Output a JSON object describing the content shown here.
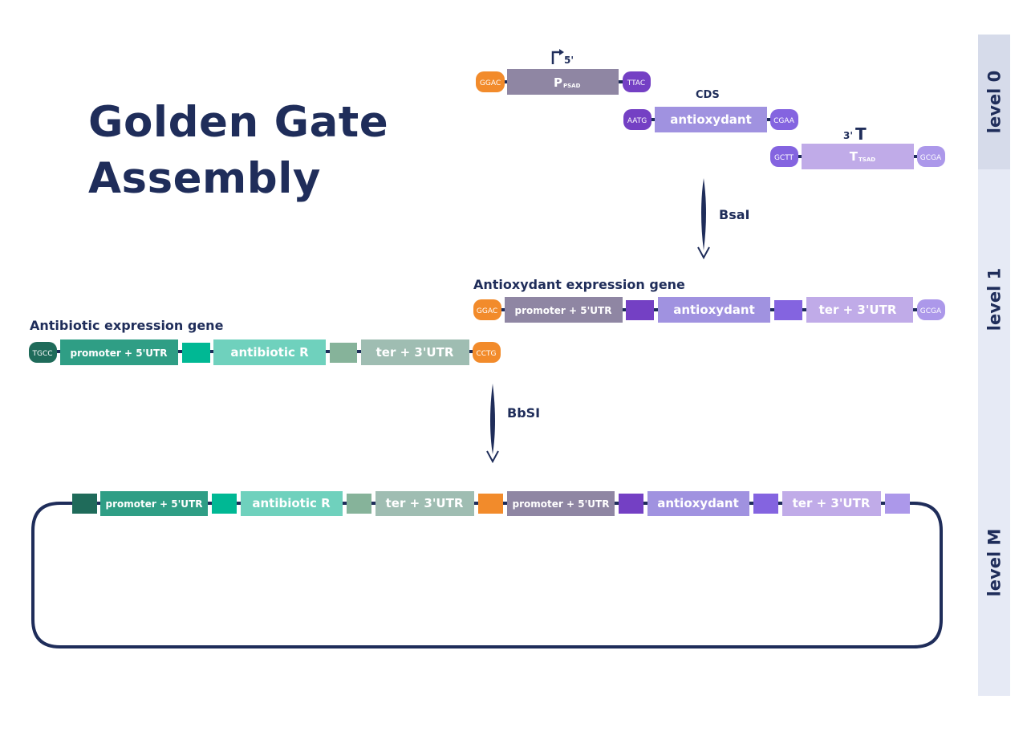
{
  "title": {
    "line1": "Golden Gate",
    "line2": "Assembly"
  },
  "levels": {
    "l0": "level 0",
    "l1": "level 1",
    "lm": "level M"
  },
  "level0": {
    "promoter": {
      "left_overhang": "GGAC",
      "label_main": "P",
      "label_sub": "PSAD",
      "right_overhang": "TTAC",
      "symbol_label": "5'"
    },
    "cds": {
      "title": "CDS",
      "left_overhang": "AATG",
      "label": "antioxydant",
      "right_overhang": "CGAA"
    },
    "terminator": {
      "left_overhang": "GCTT",
      "label_main": "T",
      "label_sub": "TSAD",
      "right_overhang": "GCGA",
      "symbol_prefix": "3'",
      "symbol": "T"
    }
  },
  "enzymes": {
    "first": "BsaI",
    "second": "BbSI"
  },
  "level1": {
    "antioxydant_gene": {
      "title": "Antioxydant expression gene",
      "left_overhang": "GGAC",
      "promoter": "promoter + 5'UTR",
      "cds": "antioxydant",
      "terminator": "ter + 3'UTR",
      "right_overhang": "GCGA"
    },
    "antibiotic_gene": {
      "title": "Antibiotic expression gene",
      "left_overhang": "TGCC",
      "promoter": "promoter + 5'UTR",
      "cds": "antibiotic R",
      "terminator": "ter + 3'UTR",
      "right_overhang": "CCTG"
    }
  },
  "levelM": {
    "antibiotic": {
      "promoter": "promoter + 5'UTR",
      "cds": "antibiotic R",
      "terminator": "ter + 3'UTR"
    },
    "antioxydant": {
      "promoter": "promoter + 5'UTR",
      "cds": "antioxydant",
      "terminator": "ter + 3'UTR"
    }
  },
  "colors": {
    "navy": "#1f2d5a",
    "orange": "#f28b2b",
    "purple_dark": "#7440c4",
    "purple_mid": "#8464e0",
    "purple_light": "#ac98ea",
    "lavender_cds": "#a092e0",
    "lavender_ter": "#c0abe8",
    "grey_promoter": "#8f86a3",
    "teal_dark": "#1f6b5a",
    "teal_promoter": "#2f9e85",
    "teal_bright": "#00b894",
    "teal_cds": "#6fd1bd",
    "sage": "#86b39a",
    "sage_ter": "#9fbdb2",
    "level0_bg": "#d6dbea",
    "level_bg": "#e6eaf5"
  }
}
